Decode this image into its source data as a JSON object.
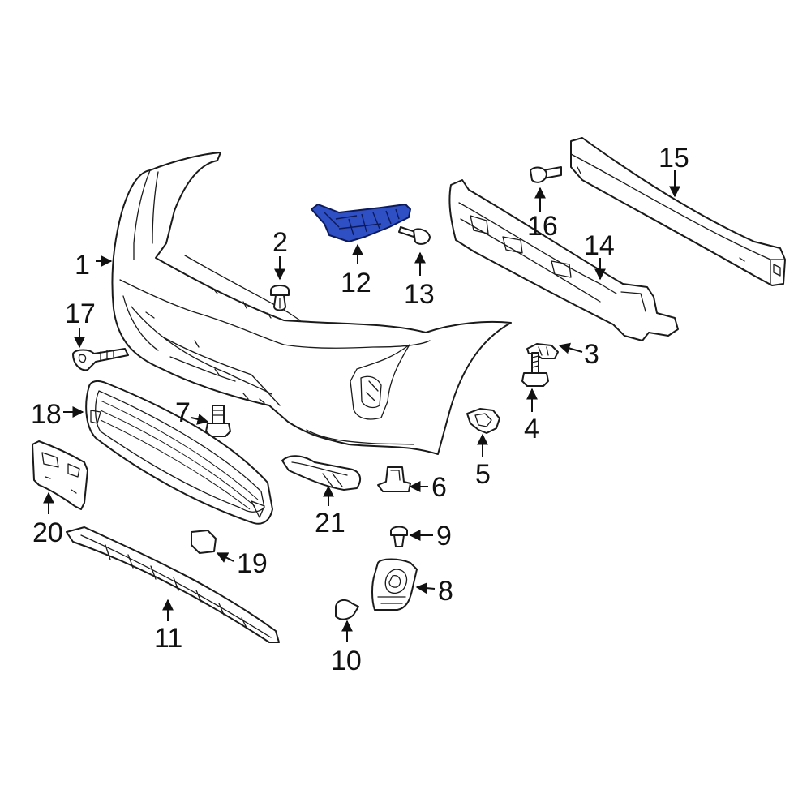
{
  "diagram": {
    "highlight_color": "#2f4fc4",
    "highlighted_part": "12",
    "callouts": [
      {
        "id": "c1",
        "label": "1"
      },
      {
        "id": "c2",
        "label": "2"
      },
      {
        "id": "c3",
        "label": "3"
      },
      {
        "id": "c4",
        "label": "4"
      },
      {
        "id": "c5",
        "label": "5"
      },
      {
        "id": "c6",
        "label": "6"
      },
      {
        "id": "c7",
        "label": "7"
      },
      {
        "id": "c8",
        "label": "8"
      },
      {
        "id": "c9",
        "label": "9"
      },
      {
        "id": "c10",
        "label": "10"
      },
      {
        "id": "c11",
        "label": "11"
      },
      {
        "id": "c12",
        "label": "12"
      },
      {
        "id": "c13",
        "label": "13"
      },
      {
        "id": "c14",
        "label": "14"
      },
      {
        "id": "c15",
        "label": "15"
      },
      {
        "id": "c16",
        "label": "16"
      },
      {
        "id": "c17",
        "label": "17"
      },
      {
        "id": "c18",
        "label": "18"
      },
      {
        "id": "c19",
        "label": "19"
      },
      {
        "id": "c20",
        "label": "20"
      },
      {
        "id": "c21",
        "label": "21"
      }
    ]
  }
}
